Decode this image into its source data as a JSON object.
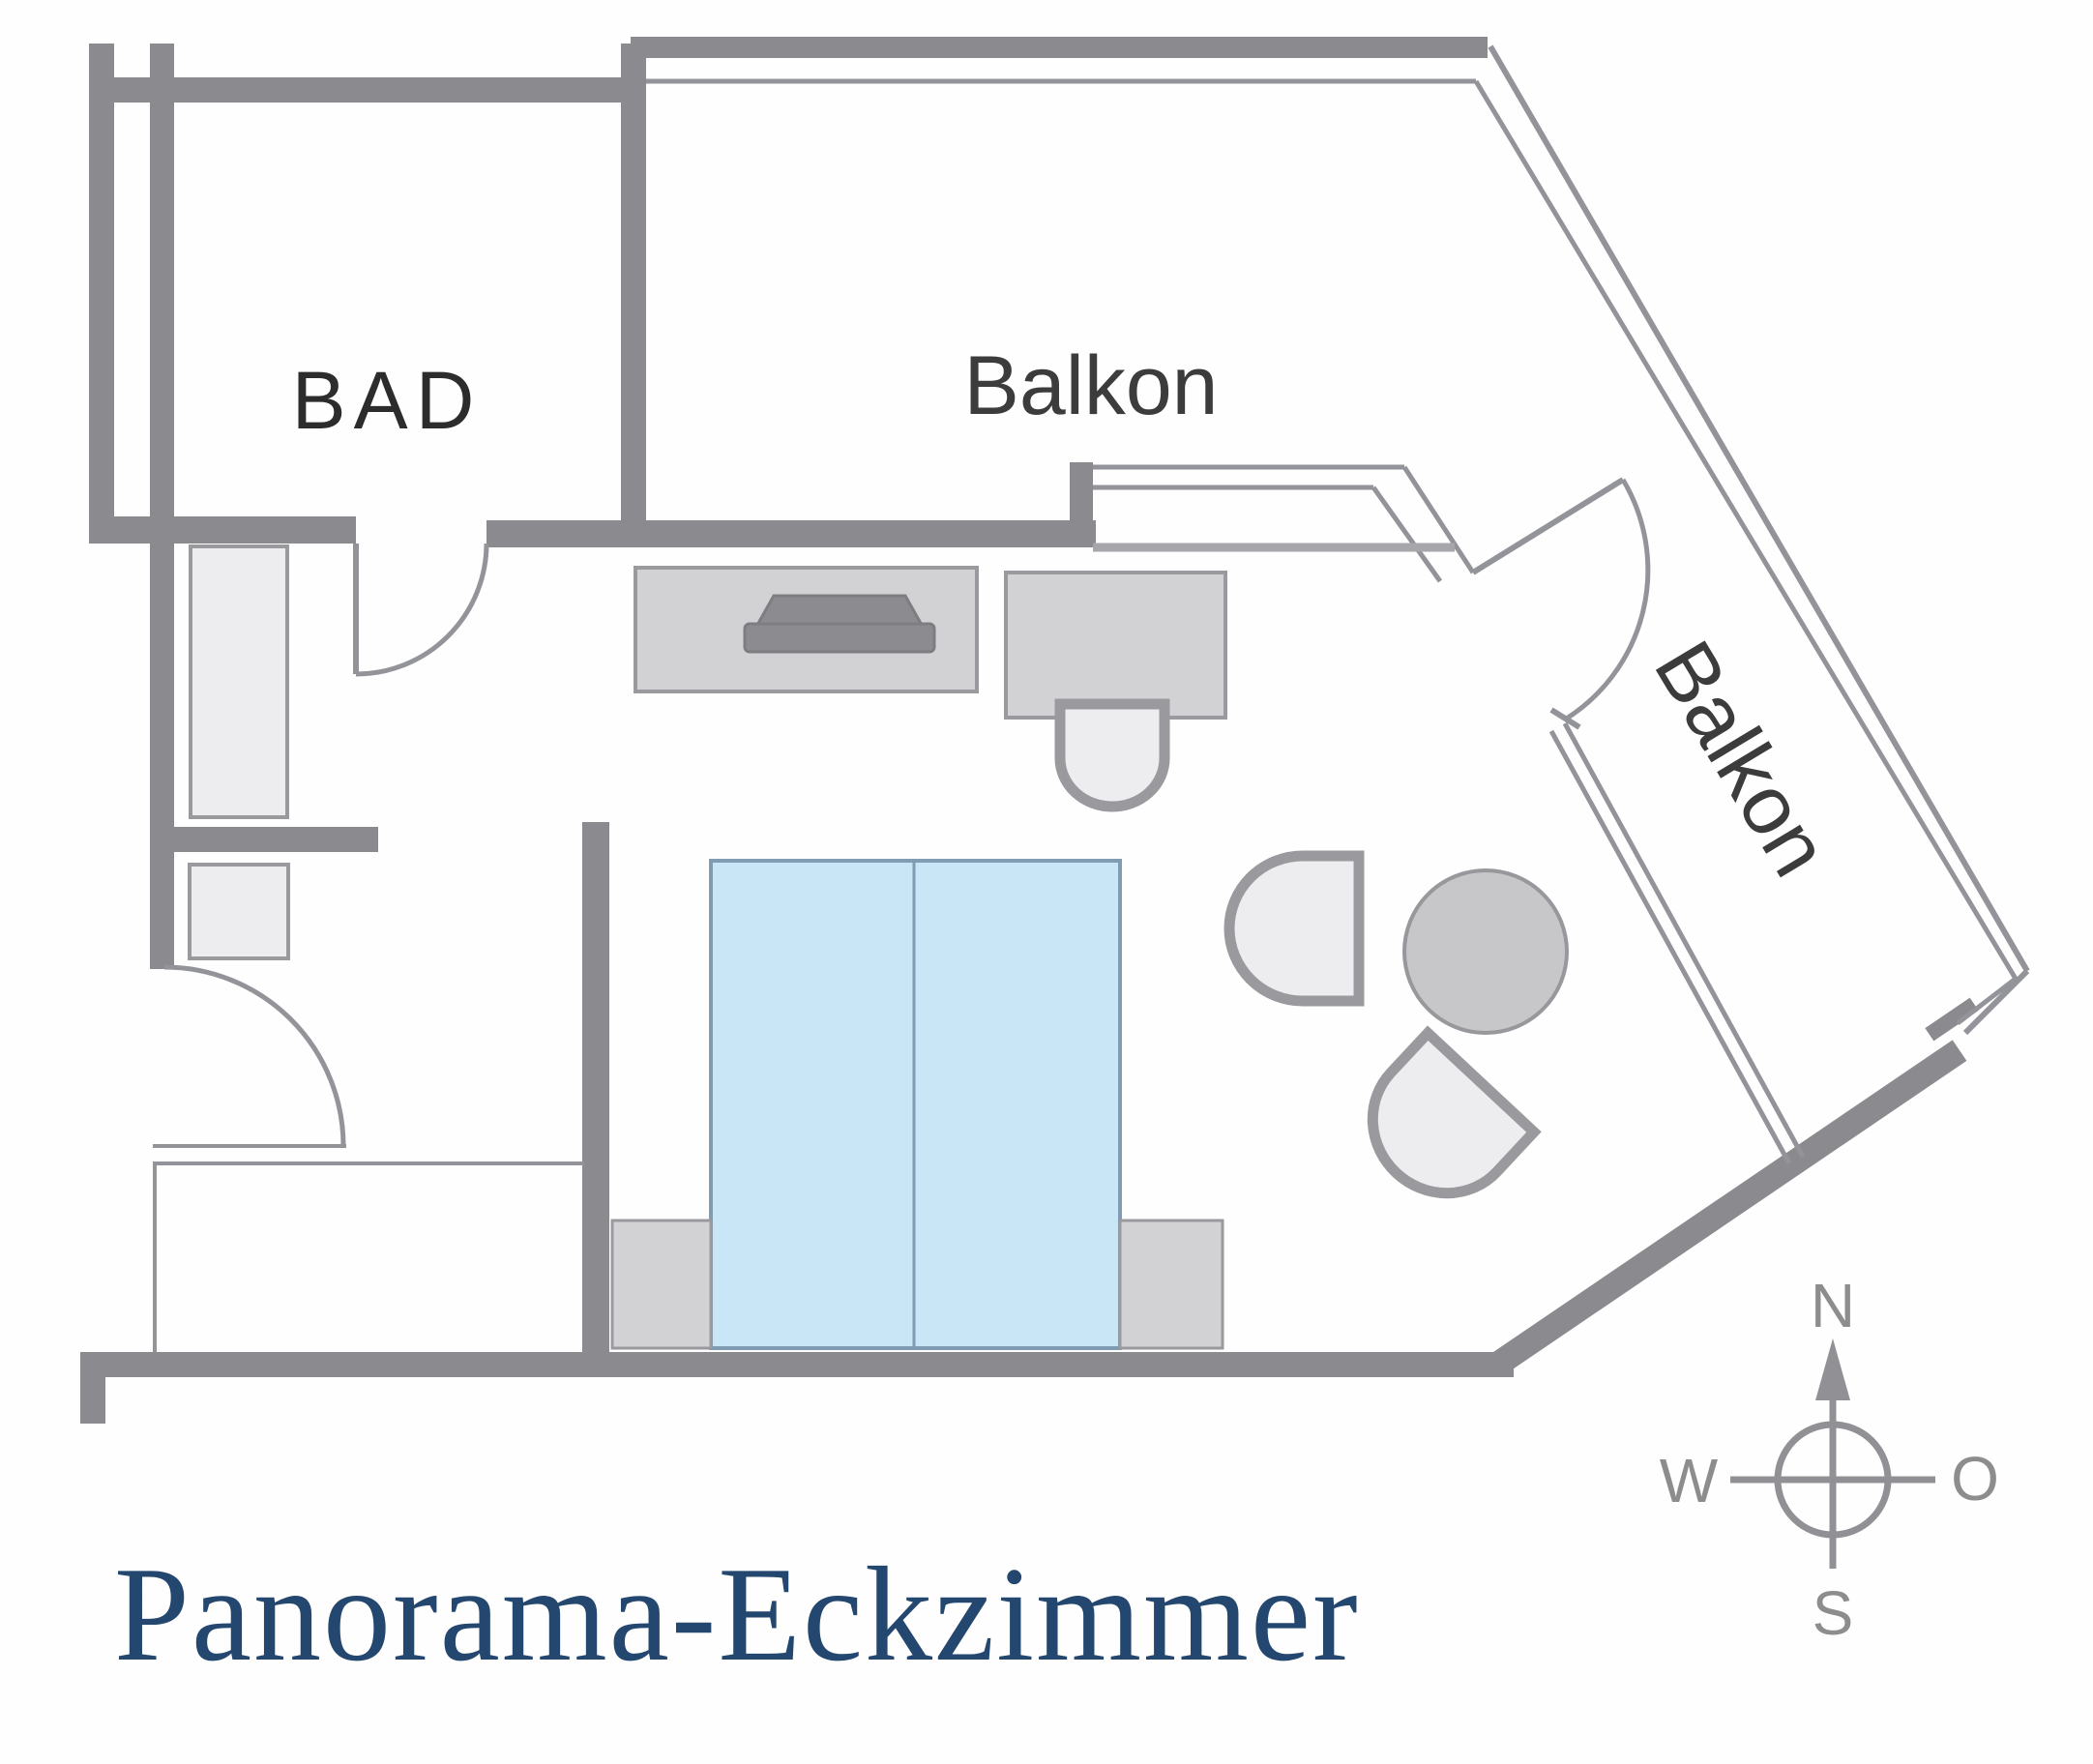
{
  "plan": {
    "title": "Panorama-Eckzimmer",
    "labels": {
      "bathroom": "BAD",
      "balcony_top": "Balkon",
      "balcony_right": "Balkon"
    },
    "compass": {
      "north": "N",
      "east": "O",
      "south": "S",
      "west": "W"
    },
    "colors": {
      "wall_gray": "#8a8a8f",
      "thin_line_gray": "#93939a",
      "furniture_fill": "#ededef",
      "furniture_block_fill": "#d2d2d5",
      "round_table_fill": "#c7c7ca",
      "tv_fill": "#8c8c90",
      "bed_fill": "#c9e6f7",
      "bed_outline": "#7f9cb2",
      "bathroom_label_color": "#2c2c2c",
      "label_gray": "#3c3c3c",
      "compass_gray": "#919195",
      "title_blue": "#24476f"
    }
  }
}
